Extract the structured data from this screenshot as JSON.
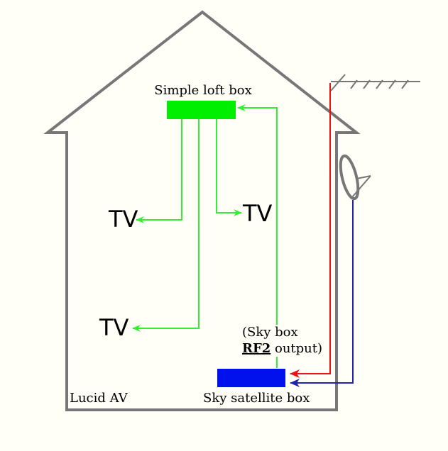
{
  "labels": {
    "loft_box": "Simple loft box",
    "sky_box_note_line1": "(Sky box",
    "sky_box_note_rf2": "RF2",
    "sky_box_note_rest": " output)",
    "sky_satellite_box": "Sky satellite box",
    "credit": "Lucid AV",
    "tv_1": "TV",
    "tv_2": "TV",
    "tv_3": "TV"
  },
  "colors": {
    "background": "#fffff8",
    "house_outline": "#777777",
    "loft_box": "#00ee00",
    "green_cable": "#33ee33",
    "sky_box": "#0011ee",
    "red_cable": "#ee1111",
    "blue_cable": "#2222aa",
    "antenna": "#777777"
  }
}
